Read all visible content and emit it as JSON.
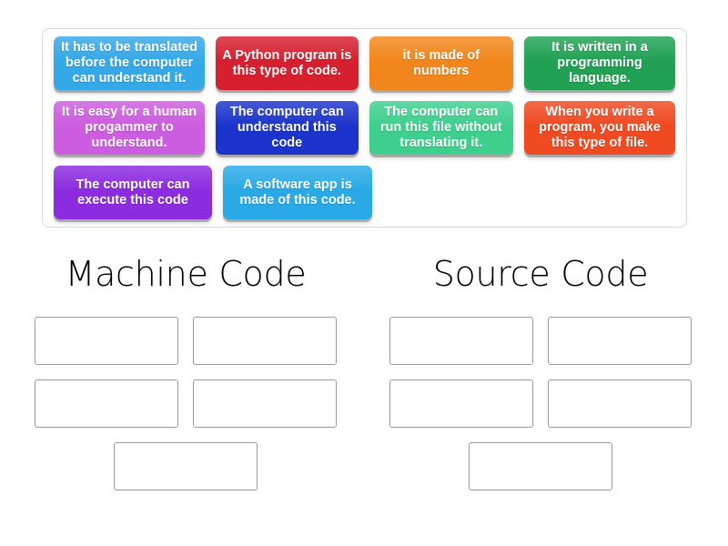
{
  "activity": {
    "type": "group-sort",
    "tray_label": "draggable-tiles-tray"
  },
  "tiles": [
    {
      "text": "It has to be translated before the computer can understand it.",
      "color": "#35a8e8",
      "name": "tile-translated-before-computer"
    },
    {
      "text": "A Python program is this type of code.",
      "color": "#d6202f",
      "name": "tile-python-program"
    },
    {
      "text": "it is made of numbers",
      "color": "#f1871c",
      "name": "tile-made-of-numbers"
    },
    {
      "text": "It is written in a programming language.",
      "color": "#22a155",
      "name": "tile-written-in-programming-language"
    },
    {
      "text": "It is easy for a human progammer to understand.",
      "color": "#cc5ce0",
      "name": "tile-easy-for-human-progammer"
    },
    {
      "text": "The computer can understand this code",
      "color": "#1c34cc",
      "name": "tile-computer-understands-code"
    },
    {
      "text": "The computer can run this file without translating it.",
      "color": "#3ecf8e",
      "name": "tile-run-without-translating"
    },
    {
      "text": "When you write a program, you make this type of file.",
      "color": "#ef4a22",
      "name": "tile-when-you-write-a-program"
    },
    {
      "text": "The computer can execute this code",
      "color": "#8c2be0",
      "name": "tile-computer-can-execute"
    },
    {
      "text": "A software app is made of this code.",
      "color": "#29aae6",
      "name": "tile-software-app-made-of-code"
    }
  ],
  "columns": [
    {
      "title": "Machine Code",
      "name": "column-machine-code",
      "dropzone_count": 5,
      "dropzones": [
        "",
        "",
        "",
        "",
        ""
      ]
    },
    {
      "title": "Source Code",
      "name": "column-source-code",
      "dropzone_count": 5,
      "dropzones": [
        "",
        "",
        "",
        "",
        ""
      ]
    }
  ],
  "colors": {
    "panel_border": "#d8d8d8",
    "dropzone_border": "#9a9a9a",
    "background": "#ffffff",
    "title_text": "#000000",
    "tile_text": "#ffffff"
  }
}
